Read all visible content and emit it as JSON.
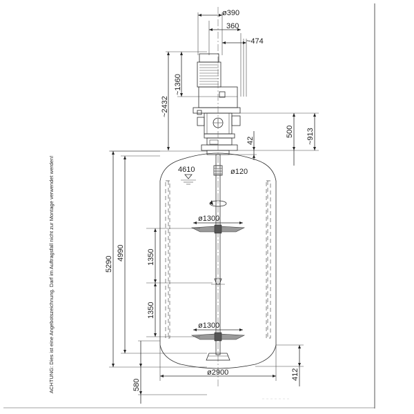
{
  "note": "ACHTUNG: Dies ist eine Angebotszeichnung. Darf im Auftragsfall nicht zur Montage verwendet werden!",
  "dimensions": {
    "motor_diameter": "ø390",
    "width_360": "360",
    "width_474": "~474",
    "motor_height": "~1360",
    "drive_height": "~2432",
    "flange_500": "500",
    "height_913": "~913",
    "gap_42": "42",
    "level_4610": "4610",
    "shaft_diameter": "ø120",
    "impeller_upper": "ø1300",
    "impeller_lower": "ø1300",
    "spacing_upper": "1350",
    "spacing_lower": "1350",
    "height_5290": "5290",
    "height_4990": "4990",
    "tank_diameter": "ø2900",
    "bottom_580": "580",
    "bottom_412": "412"
  }
}
